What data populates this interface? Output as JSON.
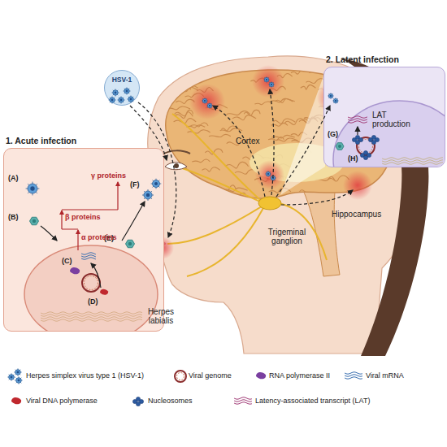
{
  "diagram": {
    "nodes": [
      {
        "text": [
          "HSV-1"
        ]
      },
      {
        "text": [
          "1. Acute infection"
        ]
      },
      {
        "text": [
          "2. Latent infection"
        ]
      }
    ],
    "labels": [
      "Cortex",
      "Hippocampus",
      "Trigeminal ganglion",
      "Herpes labialis",
      "(A)",
      "(B)",
      "(C)",
      "(D)",
      "(E)",
      "(F)",
      "β proteins",
      "α proteins",
      "γ proteins",
      "(G)",
      "(H)",
      "LAT production"
    ],
    "legend": [
      {
        "text": "Herpes simplex virus type 1 (HSV-1)"
      },
      {
        "text": "Viral genome"
      },
      {
        "text": "RNA polymerase II"
      },
      {
        "text": "Viral mRNA"
      },
      {
        "text": "Viral DNA polymerase"
      },
      {
        "text": "Nucleosomes"
      },
      {
        "text": "Latency-associated transcript (LAT)"
      }
    ]
  }
}
